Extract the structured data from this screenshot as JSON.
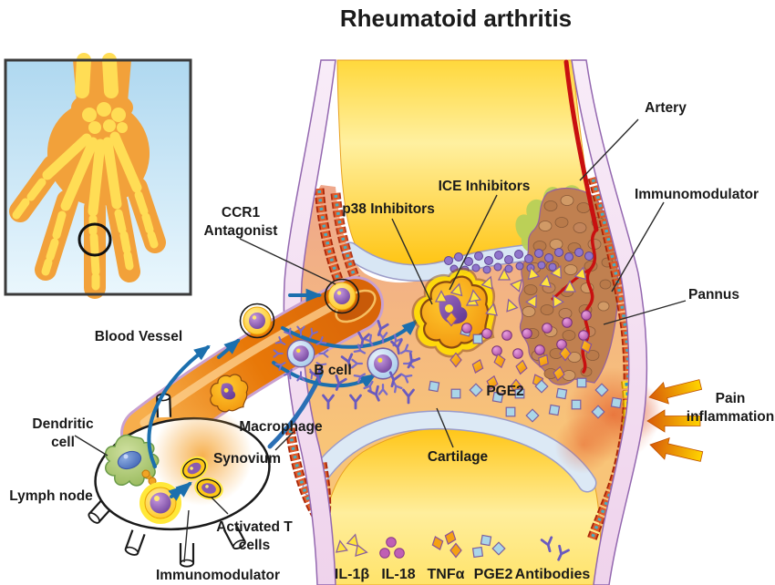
{
  "title": "Rheumatoid arthritis",
  "labels": {
    "artery": "Artery",
    "immunomodulator_right": "Immunomodulator",
    "pannus": "Pannus",
    "pain": {
      "line1": "Pain",
      "line2": "inflammation"
    },
    "ccr1": {
      "line1": "CCR1",
      "line2": "Antagonist"
    },
    "p38_inhibitors": "p38 Inhibitors",
    "ice_inhibitors": "ICE Inhibitors",
    "blood_vessel": "Blood Vessel",
    "b_cell": "B cell",
    "macrophage": "Macrophage",
    "dendritic": {
      "line1": "Dendritic",
      "line2": "cell"
    },
    "synovium": "Synovium",
    "lymph_node": "Lymph node",
    "activated_t": {
      "line1": "Activated T",
      "line2": "cells"
    },
    "immunomodulator_bottom": "Immunomodulator",
    "cartilage": "Cartilage",
    "pge2_field": "PGE2"
  },
  "legend": {
    "items": [
      {
        "label": "IL-1β",
        "symbol": "triangle",
        "color": "#FFE53D"
      },
      {
        "label": "IL-18",
        "symbol": "sphere",
        "color": "#C05FB4"
      },
      {
        "label": "TNFα",
        "symbol": "diamond",
        "color": "#F5A012"
      },
      {
        "label": "PGE2",
        "symbol": "square",
        "color": "#AAD6E8"
      },
      {
        "label": "Antibodies",
        "symbol": "antibody-y",
        "color": "#6A5ABF"
      }
    ]
  },
  "colors": {
    "bone_yellow": "#FFC411",
    "capsule_lavender": "#F2DDEF",
    "synovial_salmon": "#EFA78C",
    "synovial_fluid": "#F8C478",
    "cartilage_blue": "#DCE9F5",
    "artery_red": "#C81010",
    "pannus_brown": "#C08050",
    "vessel_orange": "#E87808",
    "arrow_blue": "#1B6FAE",
    "pain_arrow": "#E87410",
    "dendritic_green": "#A9C96B",
    "nucleus_purple": "#7B4FA8",
    "inset_sky": "#B8DDF2",
    "hand_orange": "#F2A13A",
    "hand_bone": "#FFDD55"
  }
}
